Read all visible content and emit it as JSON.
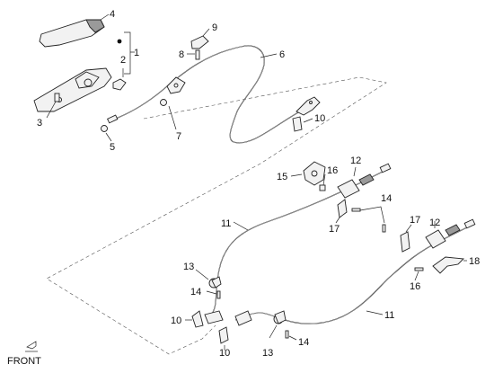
{
  "diagram": {
    "callouts": {
      "c1": "1",
      "c2": "2",
      "c3": "3",
      "c4": "4",
      "c5": "5",
      "c6": "6",
      "c7": "7",
      "c8": "8",
      "c9": "9",
      "c10a": "10",
      "c10b": "10",
      "c10c": "10",
      "c11a": "11",
      "c11b": "11",
      "c12a": "12",
      "c12b": "12",
      "c13a": "13",
      "c13b": "13",
      "c14a": "14",
      "c14b": "14",
      "c14c": "14",
      "c15": "15",
      "c16a": "16",
      "c16b": "16",
      "c17a": "17",
      "c17b": "17",
      "c18": "18"
    },
    "front_label": "FRONT"
  }
}
